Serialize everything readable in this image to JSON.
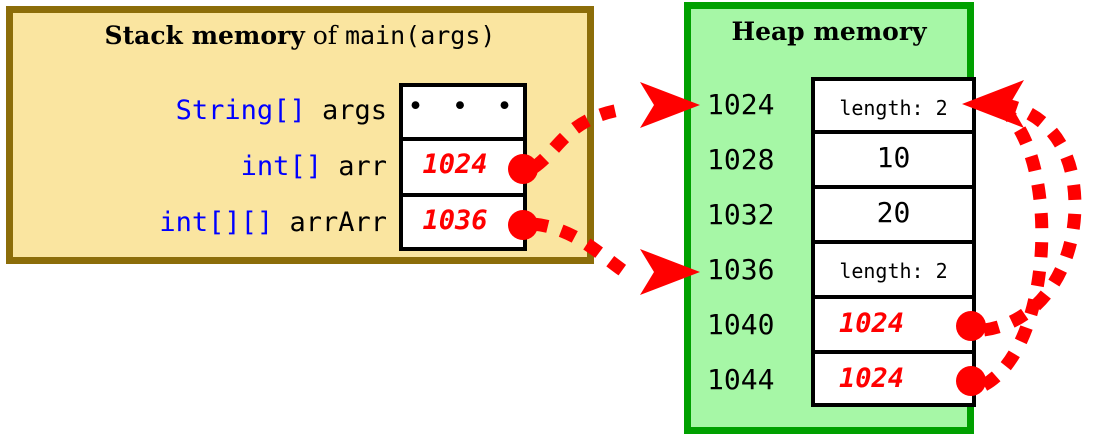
{
  "diagram": {
    "title_semantic": "java-stack-heap-memory-diagram",
    "colors": {
      "stack_fill": "#FAE5A0",
      "stack_border": "#8C6D09",
      "heap_fill": "#A6F7A6",
      "heap_border": "#00A000",
      "pointer_red": "#FF0000",
      "type_blue": "#0000FF",
      "cell_fill": "#FFFFFF",
      "text_black": "#000000"
    }
  },
  "stack": {
    "title_bold": "Stack memory",
    "title_mid": " of ",
    "title_mono": "main(args)",
    "rows": [
      {
        "type": "String[]",
        "name": "args",
        "value": "• • •",
        "is_pointer": false,
        "has_dot": false
      },
      {
        "type": "int[]",
        "name": "arr",
        "value": "1024",
        "is_pointer": true,
        "has_dot": true
      },
      {
        "type": "int[][]",
        "name": "arrArr",
        "value": "1036",
        "is_pointer": true,
        "has_dot": true
      }
    ]
  },
  "heap": {
    "title": "Heap memory",
    "rows": [
      {
        "address": "1024",
        "value": "length: 2",
        "kind": "length",
        "is_pointer": false,
        "has_dot": false
      },
      {
        "address": "1028",
        "value": "10",
        "kind": "int",
        "is_pointer": false,
        "has_dot": false
      },
      {
        "address": "1032",
        "value": "20",
        "kind": "int",
        "is_pointer": false,
        "has_dot": false
      },
      {
        "address": "1036",
        "value": "length: 2",
        "kind": "length",
        "is_pointer": false,
        "has_dot": false
      },
      {
        "address": "1040",
        "value": "1024",
        "kind": "reference",
        "is_pointer": true,
        "has_dot": true
      },
      {
        "address": "1044",
        "value": "1024",
        "kind": "reference",
        "is_pointer": true,
        "has_dot": true
      }
    ]
  },
  "arrows": [
    {
      "from": "stack.arr",
      "to": "heap.1024",
      "style": "dashed-red-curve"
    },
    {
      "from": "stack.arrArr",
      "to": "heap.1036",
      "style": "dashed-red-curve"
    },
    {
      "from": "heap.1040",
      "to": "heap.1024",
      "style": "dashed-red-curve"
    },
    {
      "from": "heap.1044",
      "to": "heap.1024",
      "style": "dashed-red-curve"
    }
  ]
}
